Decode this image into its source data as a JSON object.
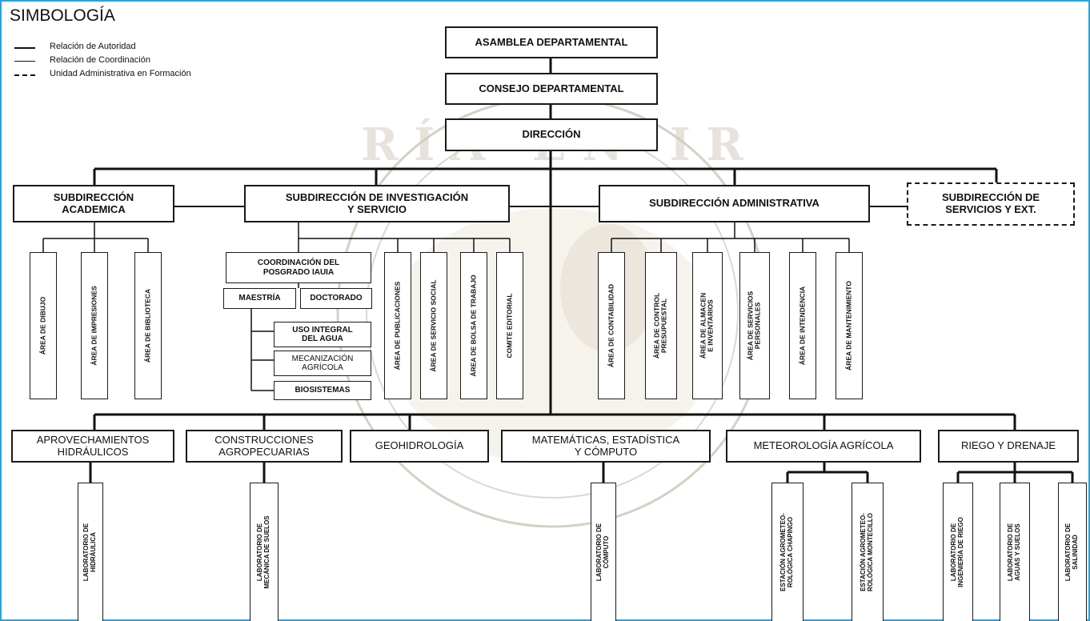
{
  "legend": {
    "title": "SIMBOLOGÍA",
    "items": [
      "Relación de Autoridad",
      "Relación de Coordinación",
      "Unidad Administrativa en Formación"
    ]
  },
  "top": {
    "asamblea": "ASAMBLEA DEPARTAMENTAL",
    "consejo": "CONSEJO DEPARTAMENTAL",
    "direccion": "DIRECCIÓN"
  },
  "subdirecciones": {
    "academica": [
      "SUBDIRECCIÓN",
      "ACADEMICA"
    ],
    "investigacion": [
      "SUBDIRECCIÓN DE INVESTIGACIÓN",
      "Y SERVICIO"
    ],
    "administrativa": "SUBDIRECCIÓN ADMINISTRATIVA",
    "servicios": [
      "SUBDIRECCIÓN DE",
      "SERVICIOS Y EXT."
    ]
  },
  "academica_areas": [
    "ÁREA DE DIBUJO",
    "ÁREA DE IMPRESIONES",
    "ÁREA DE BIBLIOTECA"
  ],
  "posgrado": {
    "coordinacion": [
      "COORDINACIÓN DEL",
      "POSGRADO IAUIA"
    ],
    "maestria": "MAESTRÍA",
    "doctorado": "DOCTORADO",
    "programas": [
      [
        "USO INTEGRAL",
        "DEL AGUA"
      ],
      [
        "MECANIZACIÓN",
        "AGRÍCOLA"
      ],
      [
        "BIOSISTEMAS"
      ]
    ]
  },
  "investigacion_areas": [
    "ÁREA DE PUBLICACIONES",
    "ÁREA DE SERVICIO SOCIAL",
    "ÁREA DE BOLSA DE TRABAJO",
    "COMITE EDITORIAL"
  ],
  "administrativa_areas": [
    [
      "ÁREA DE CONTABILIDAD"
    ],
    [
      "ÁREA DE CONTROL",
      "PRESUPUESTAL"
    ],
    [
      "ÁREA DE ALMACEN",
      "E INVENTARIOS"
    ],
    [
      "ÁREA DE SERVICIOS",
      "PERSONALES"
    ],
    [
      "ÁREA DE INTENDENCIA"
    ],
    [
      "ÁREA DE MANTENIMIENTO"
    ]
  ],
  "departamentos": [
    [
      "APROVECHAMIENTOS",
      "HIDRÁULICOS"
    ],
    [
      "CONSTRUCCIONES",
      "AGROPECUARIAS"
    ],
    [
      "GEOHIDROLOGÍA"
    ],
    [
      "MATEMÁTICAS, ESTADÍSTICA",
      "Y CÓMPUTO"
    ],
    [
      "METEOROLOGÍA AGRÍCOLA"
    ],
    [
      "RIEGO Y DRENAJE"
    ]
  ],
  "laboratorios": [
    [
      "LABORATORIO DE",
      "HIDRÁULICA"
    ],
    [
      "LABORATORIO DE",
      "MECÁNICA DE SUELOS"
    ],
    [
      "LABORATORIO DE",
      "CÓMPUTO"
    ],
    [
      "ESTACIÓN AGROMETEO-",
      "ROLÓGICA CHAPINGO"
    ],
    [
      "ESTACIÓN AGROMETEO-",
      "ROLÓGICA MONTECILLO"
    ],
    [
      "LABORATORIO DE",
      "INGENIERÍA DE RIEGO"
    ],
    [
      "LABORATORIO DE",
      "AGUAS Y SUELOS"
    ],
    [
      "LABORATORIO DE",
      "SALINIDAD"
    ]
  ],
  "colors": {
    "frame": "#29a3dc",
    "line": "#111111",
    "watermark": "#c9c2b6"
  }
}
